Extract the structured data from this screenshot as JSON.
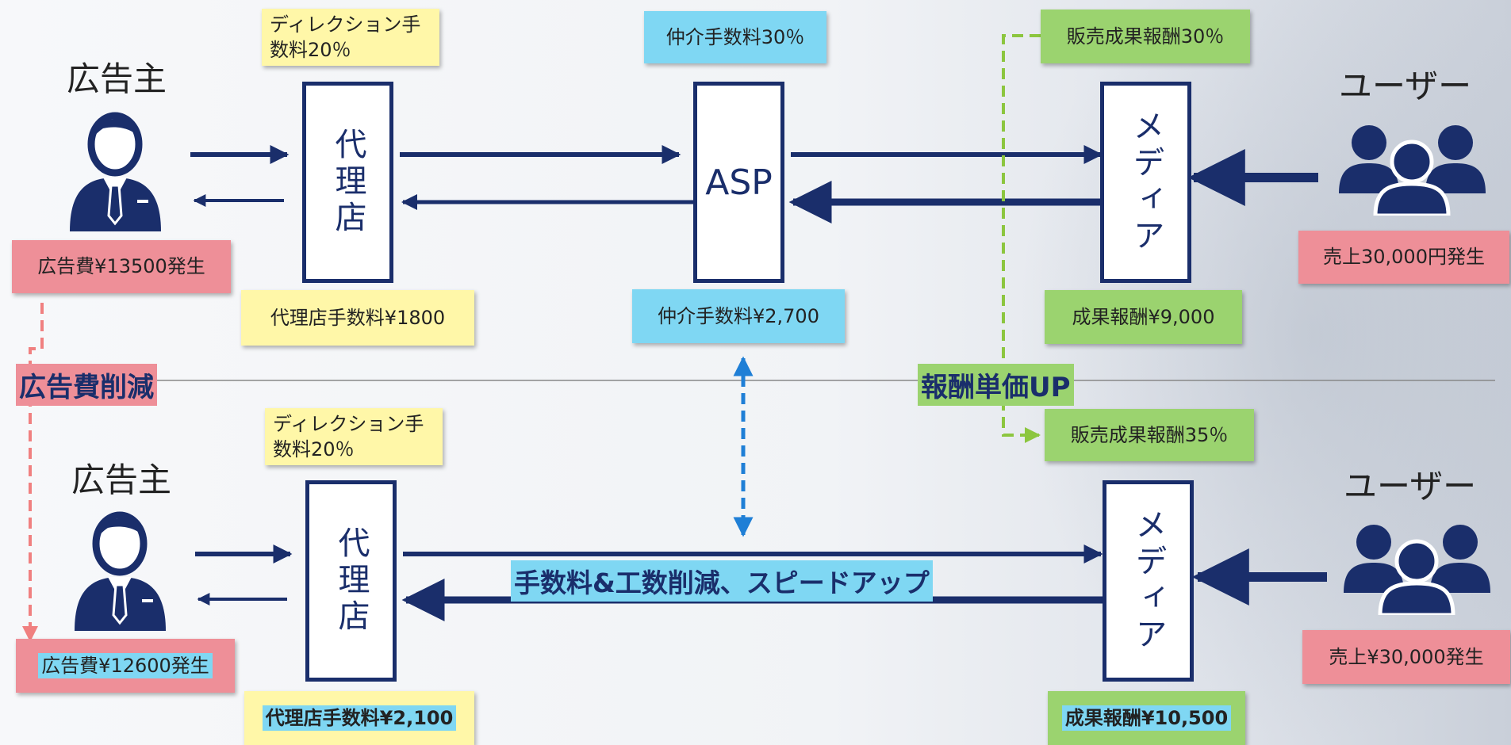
{
  "top": {
    "advertiser_label": "広告主",
    "agency_box": "代理店",
    "asp_box": "ASP",
    "media_box": "メディア",
    "user_label": "ユーザー",
    "direction_fee_note": "ディレクション手数料20％",
    "broker_fee_rate_note": "仲介手数料30％",
    "sales_reward_rate_note": "販売成果報酬30％",
    "ad_cost_note": "広告費¥13500発生",
    "agency_fee_note": "代理店手数料¥1800",
    "broker_fee_note": "仲介手数料¥2,700",
    "reward_note": "成果報酬¥9,000",
    "sales_note": "売上30,000円発生"
  },
  "middle": {
    "ad_cost_reduction": "広告費削減",
    "reward_up": "報酬単価UP"
  },
  "bottom": {
    "advertiser_label": "広告主",
    "agency_box": "代理店",
    "media_box": "メディア",
    "user_label": "ユーザー",
    "direction_fee_note": "ディレクション手数料20％",
    "sales_reward_rate_note": "販売成果報酬35％",
    "fee_reduction_banner": "手数料&工数削減、スピードアップ",
    "ad_cost_note": "広告費¥12600発生",
    "agency_fee_note": "代理店手数料¥2,100",
    "reward_note": "成果報酬¥10,500",
    "sales_note": "売上¥30,000発生"
  },
  "colors": {
    "navy": "#1a2e6b",
    "yellow": "#fff7a8",
    "cyan": "#7fd7f3",
    "green": "#9bd36f",
    "pink": "#ee8f98",
    "green_dash": "#8cc63f",
    "pink_dash": "#f08080",
    "blue_dash": "#1f7fd6"
  },
  "icons": {
    "advertiser": "businessman-icon",
    "users": "user-group-icon"
  }
}
